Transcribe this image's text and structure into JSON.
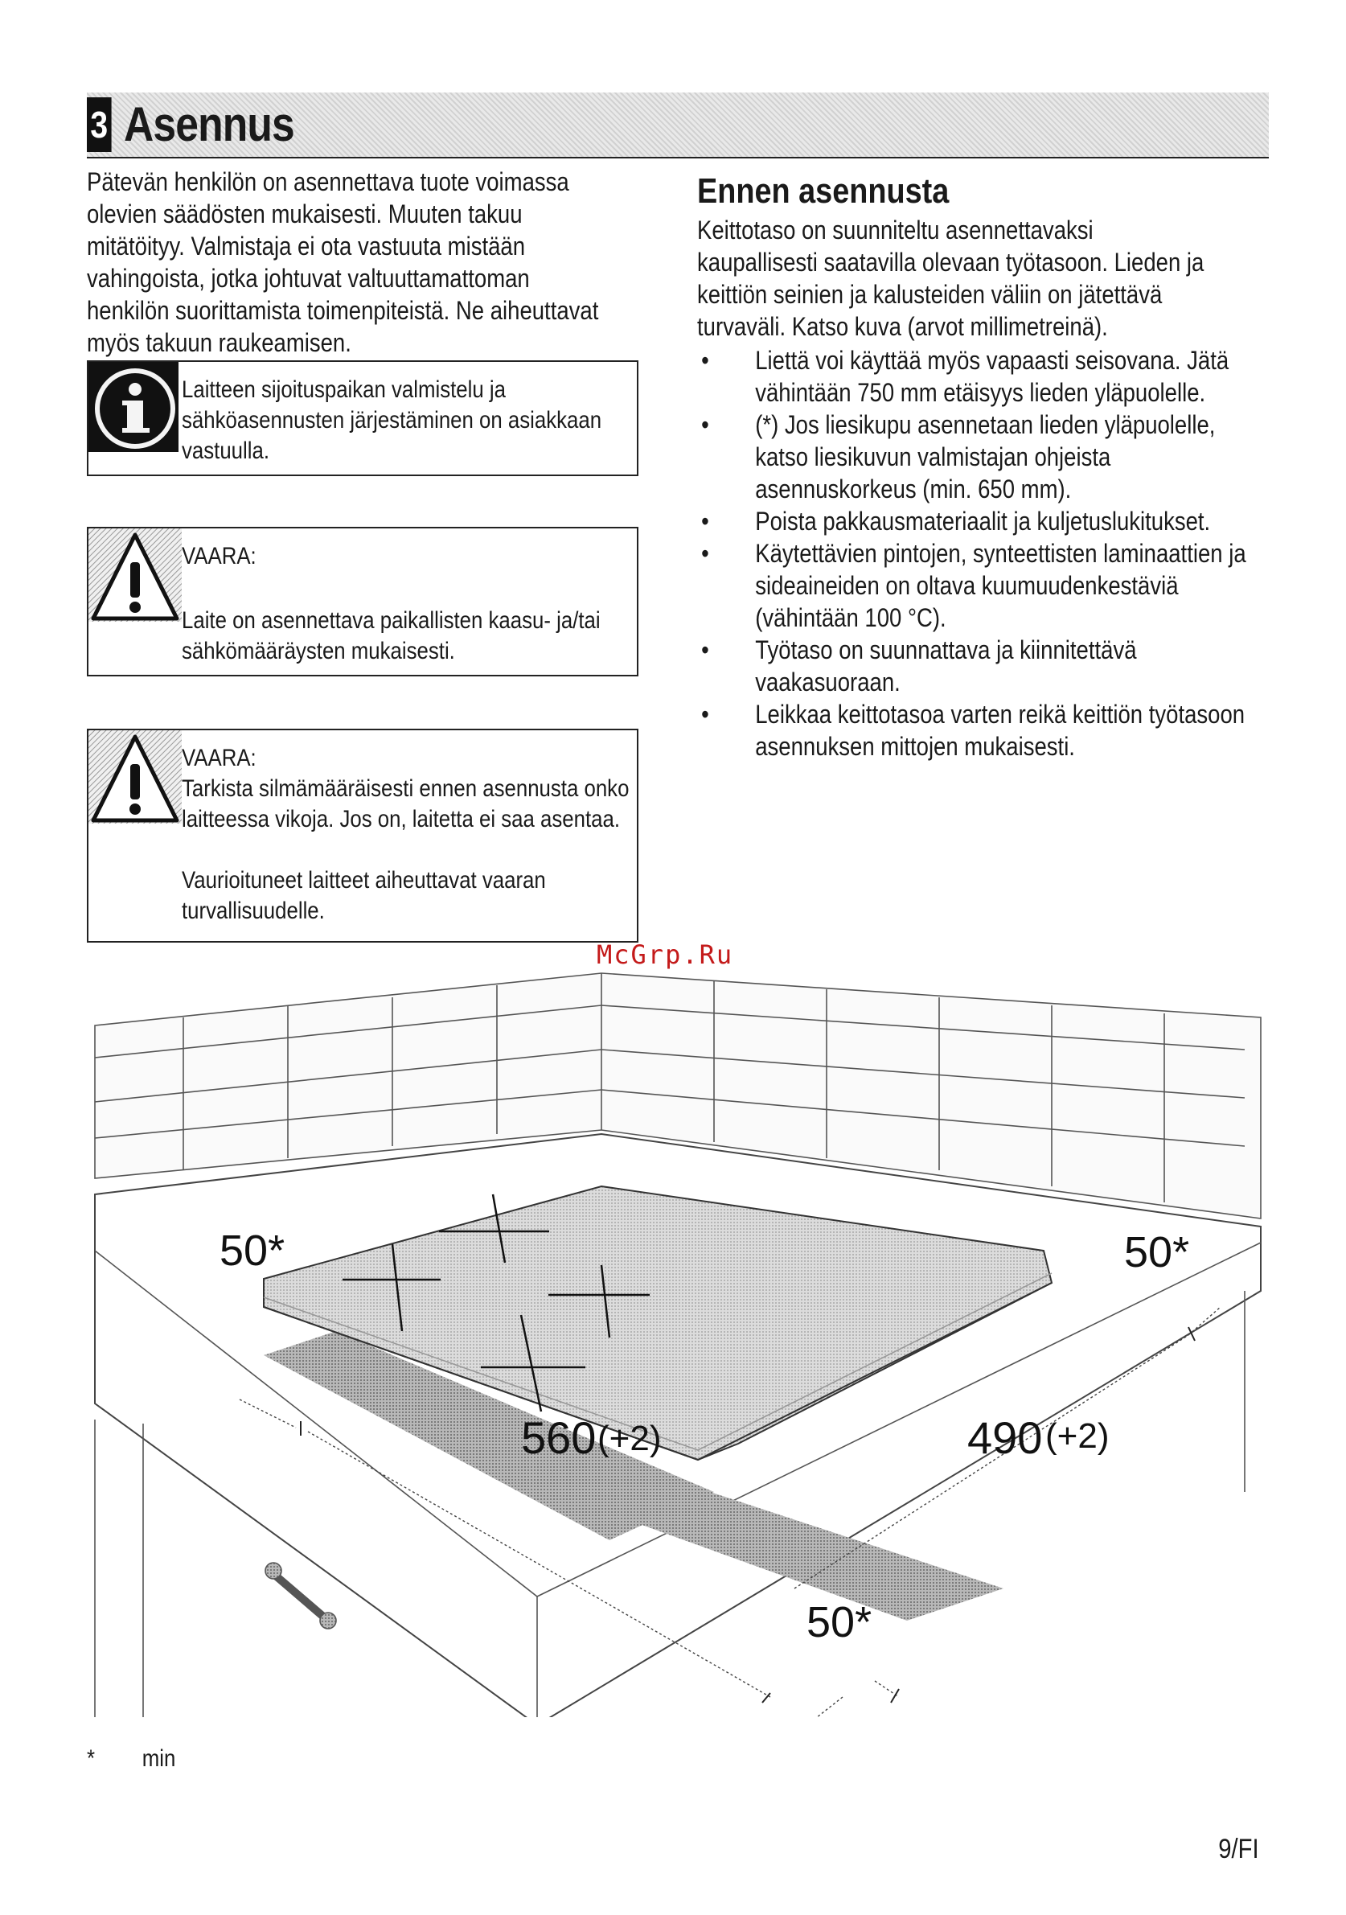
{
  "section": {
    "number": "3",
    "title": "Asennus"
  },
  "intro_paragraph": "Pätevän henkilön on asennettava tuote voimassa olevien säädösten mukaisesti. Muuten takuu mitätöityy. Valmistaja ei ota vastuuta mistään vahingoista, jotka johtuvat valtuuttamattoman henkilön suorittamista toimenpiteistä. Ne aiheuttavat myös takuun raukeamisen.",
  "info_notice": {
    "icon": "info-icon",
    "text": "Laitteen sijoituspaikan valmistelu ja sähköasennusten järjestäminen on asiakkaan vastuulla."
  },
  "warning_1": {
    "icon": "warning-triangle-icon",
    "title": "VAARA:",
    "text": "Laite on asennettava paikallisten kaasu- ja/tai sähkömääräysten mukaisesti."
  },
  "warning_2": {
    "icon": "warning-triangle-icon",
    "title": "VAARA:",
    "text_1": "Tarkista silmämääräisesti ennen asennusta onko laitteessa vikoja. Jos on, laitetta ei saa asentaa.",
    "text_2": "Vaurioituneet laitteet aiheuttavat vaaran turvallisuudelle."
  },
  "before_install": {
    "heading": "Ennen asennusta",
    "paragraph": "Keittotaso on suunniteltu asennettavaksi kaupallisesti saatavilla olevaan työtasoon. Lieden ja keittiön seinien ja kalusteiden väliin on jätettävä turvaväli. Katso kuva (arvot millimetreinä).",
    "bullets": [
      "Liettä voi käyttää myös vapaasti seisovana. Jätä vähintään 750 mm etäisyys lieden yläpuolelle.",
      "(*) Jos liesikupu asennetaan lieden yläpuolelle, katso liesikuvun valmistajan ohjeista asennuskorkeus (min. 650 mm).",
      "Poista pakkausmateriaalit ja kuljetuslukitukset.",
      "Käytettävien pintojen, synteettisten laminaattien ja sideaineiden on oltava kuumuudenkestäviä (vähintään 100  °C).",
      "Työtaso on suunnattava ja kiinnitettävä vaakasuoraan.",
      "Leikkaa keittotasoa varten reikä keittiön työtasoon asennuksen mittojen mukaisesti."
    ]
  },
  "watermark": "McGrp.Ru",
  "figure": {
    "dim_left_clearance": "50*",
    "dim_width": "560",
    "dim_width_tol": "(+2)",
    "dim_depth": "490",
    "dim_depth_tol": "(+2)",
    "dim_right_clearance": "50*",
    "dim_front_clearance": "50*"
  },
  "footnote": {
    "symbol": "*",
    "text": "min"
  },
  "page_number": "9/FI"
}
